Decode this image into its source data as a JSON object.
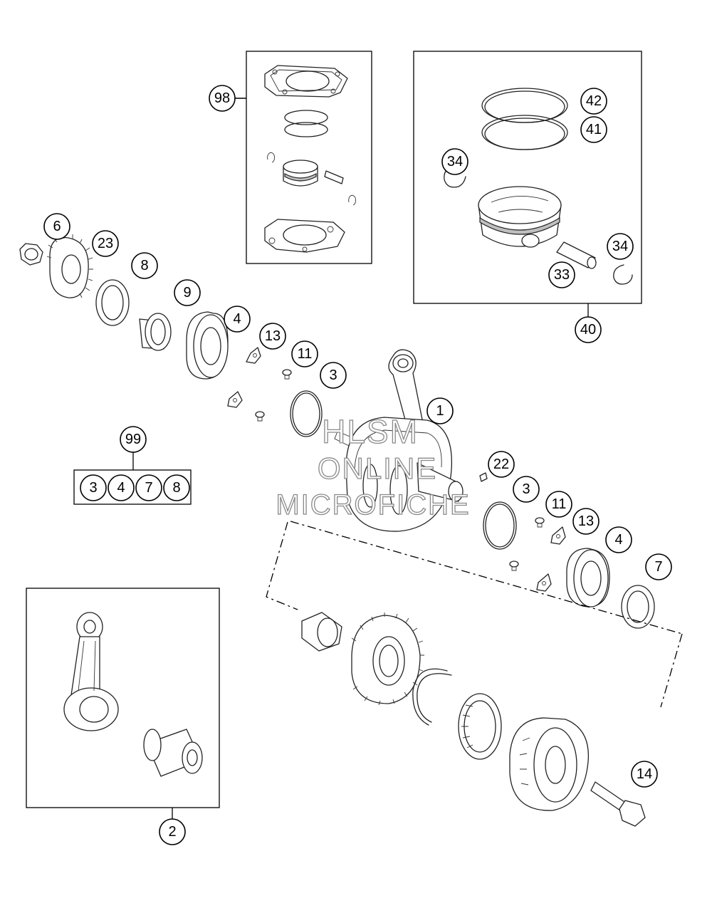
{
  "callouts": {
    "c98": "98",
    "c42": "42",
    "c41": "41",
    "c34a": "34",
    "c34b": "34",
    "c33": "33",
    "c40": "40",
    "c6": "6",
    "c23": "23",
    "c8": "8",
    "c9": "9",
    "c4a": "4",
    "c13a": "13",
    "c11a": "11",
    "c3a": "3",
    "c1": "1",
    "c99": "99",
    "k3": "3",
    "k4": "4",
    "k7": "7",
    "k8": "8",
    "c22": "22",
    "c3b": "3",
    "c11b": "11",
    "c13b": "13",
    "c4b": "4",
    "c7": "7",
    "c2": "2",
    "c14": "14"
  },
  "watermark": {
    "line1": "HLSM",
    "line2": "ONLINE",
    "line3": "MICROFICHE"
  },
  "colors": {
    "line": "#000000",
    "background": "#ffffff",
    "watermark_stroke": "#8a8a8a"
  }
}
